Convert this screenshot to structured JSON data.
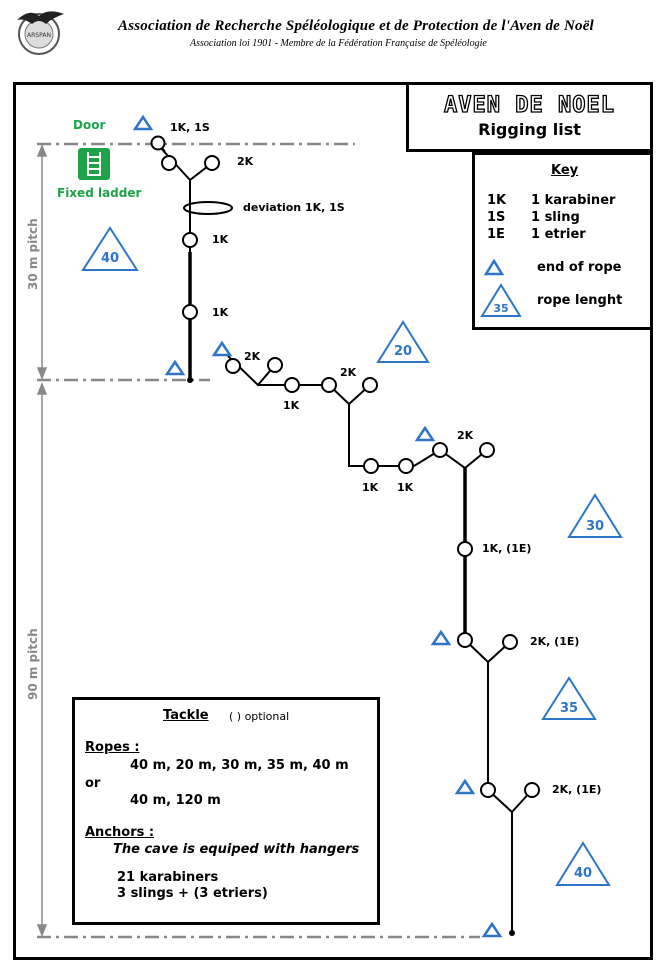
{
  "header": {
    "title": "Association de Recherche Spéléologique et de Protection de l'Aven de Noël",
    "subtitle": "Association loi 1901 - Membre de la Fédération Française de Spéléologie",
    "logo_text": "ARSPAN"
  },
  "title_box": {
    "title": "AVEN DE NOEL",
    "subtitle": "Rigging list"
  },
  "key": {
    "heading": "Key",
    "items": [
      {
        "code": "1K",
        "meaning": "1 karabiner"
      },
      {
        "code": "1S",
        "meaning": "1 sling"
      },
      {
        "code": "1E",
        "meaning": "1 etrier"
      }
    ],
    "end_of_rope": "end of rope",
    "rope_length_sample": "35",
    "rope_length": "rope lenght"
  },
  "pitches": {
    "upper": "30 m pitch",
    "lower": "90 m pitch"
  },
  "entrance": {
    "door": "Door",
    "fixed_ladder": "Fixed ladder"
  },
  "rope_lengths": [
    "40",
    "20",
    "30",
    "35",
    "40"
  ],
  "anchor_labels": {
    "a1": "1K, 1S",
    "a2": "2K",
    "deviation": "deviation 1K, 1S",
    "a3": "1K",
    "a4": "1K",
    "a5": "2K",
    "a6": "1K",
    "a7": "2K",
    "a8": "1K",
    "a9": "1K",
    "a10": "2K",
    "a11": "1K, (1E)",
    "a12": "2K, (1E)",
    "a13": "2K, (1E)"
  },
  "tackle": {
    "heading": "Tackle",
    "optional_note": "( ) optional",
    "ropes_heading": "Ropes :",
    "ropes_option1": "40 m, 20 m, 30 m, 35 m, 40 m",
    "or": "or",
    "ropes_option2": "40 m, 120 m",
    "anchors_heading": "Anchors :",
    "anchors_note": "The cave is equiped with hangers",
    "karabiners": "21 karabiners",
    "slings": "3 slings + (3 etriers)"
  },
  "colors": {
    "rope_triangle": "#2e75c8",
    "green": "#1ea34a",
    "dashline": "#888888"
  }
}
